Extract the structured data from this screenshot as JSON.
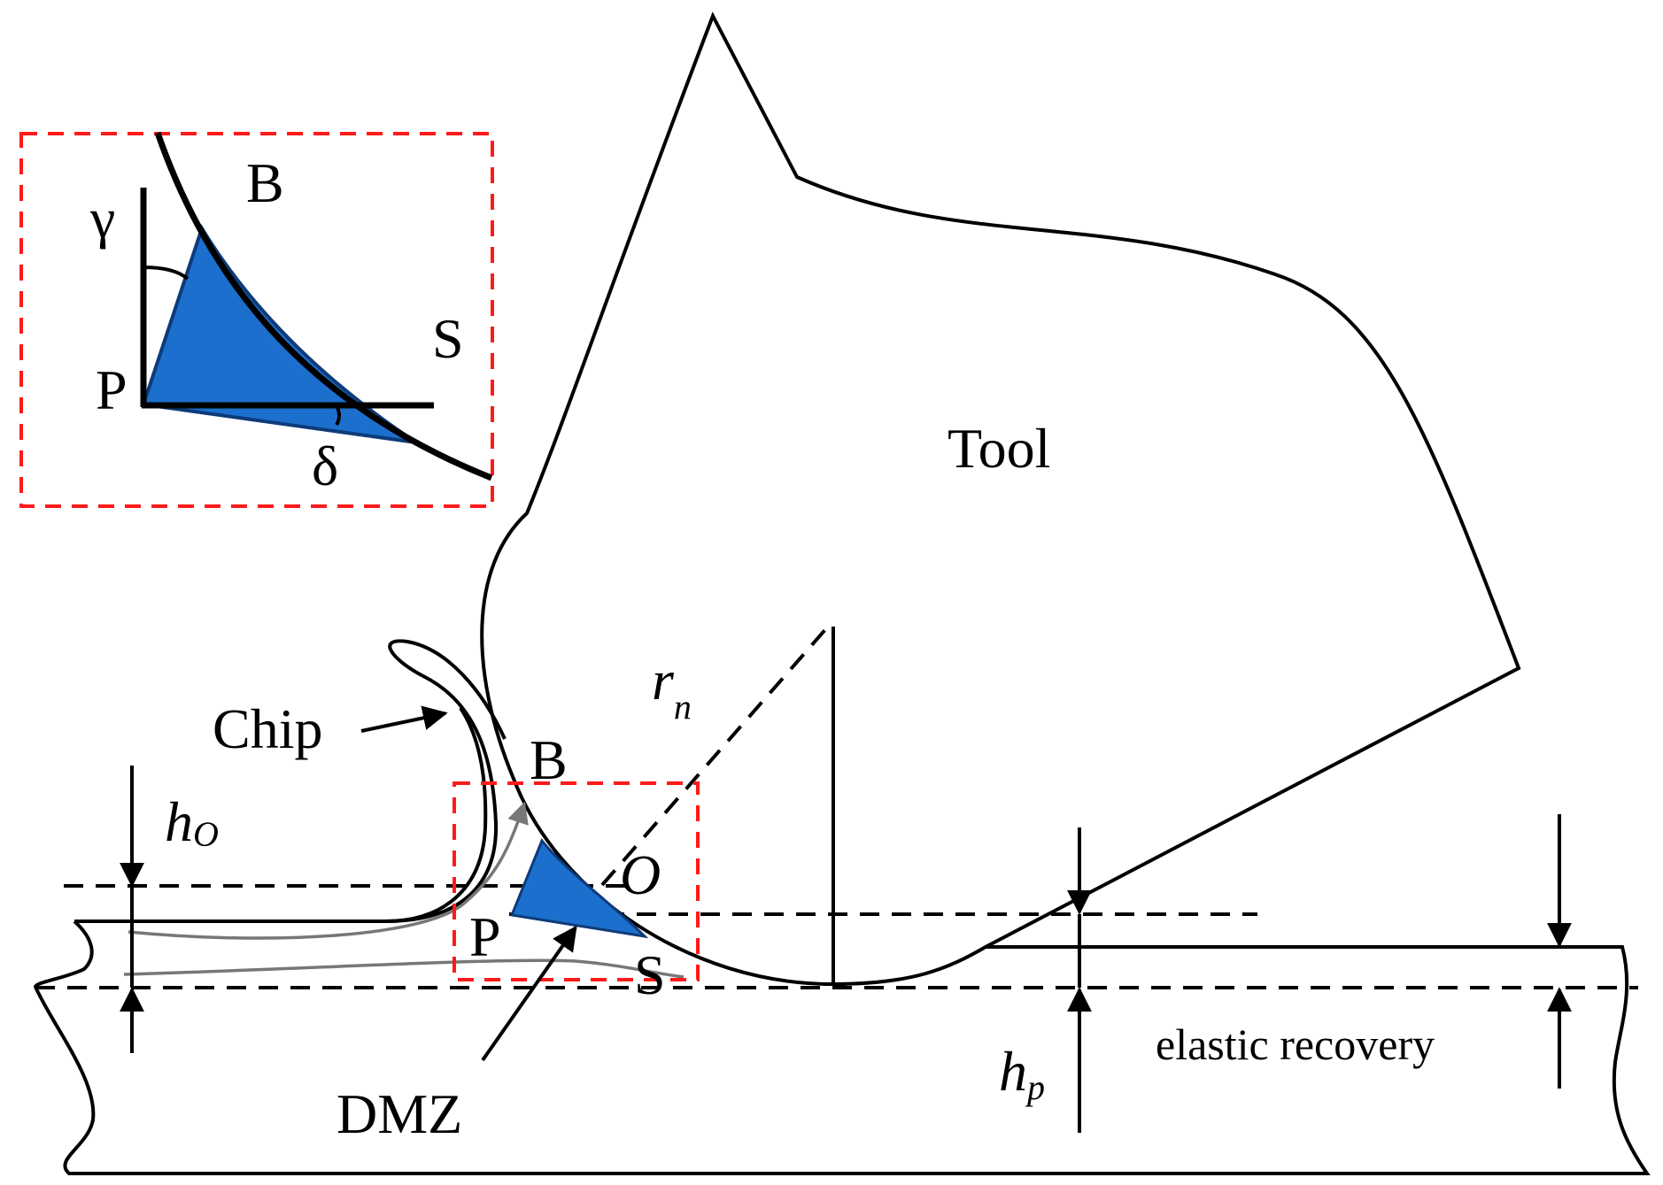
{
  "labels": {
    "tool": "Tool",
    "chip": "Chip",
    "b_main": "B",
    "o": "O",
    "p_main": "P",
    "s_main": "S",
    "dmz": "DMZ",
    "h_o": "h",
    "h_o_sub": "O",
    "h_p": "h",
    "h_p_sub": "p",
    "r_n": "r",
    "r_n_sub": "n",
    "elastic_recovery": "elastic recovery",
    "inset_b": "B",
    "inset_s": "S",
    "inset_p": "P",
    "gamma": "γ",
    "delta": "δ"
  },
  "colors": {
    "dmz_fill": "#1c6fcc",
    "dmz_edge": "#0d3b7a",
    "inset_frame": "#ff1a1a",
    "flow_lines": "#777777",
    "outline": "#000000"
  }
}
